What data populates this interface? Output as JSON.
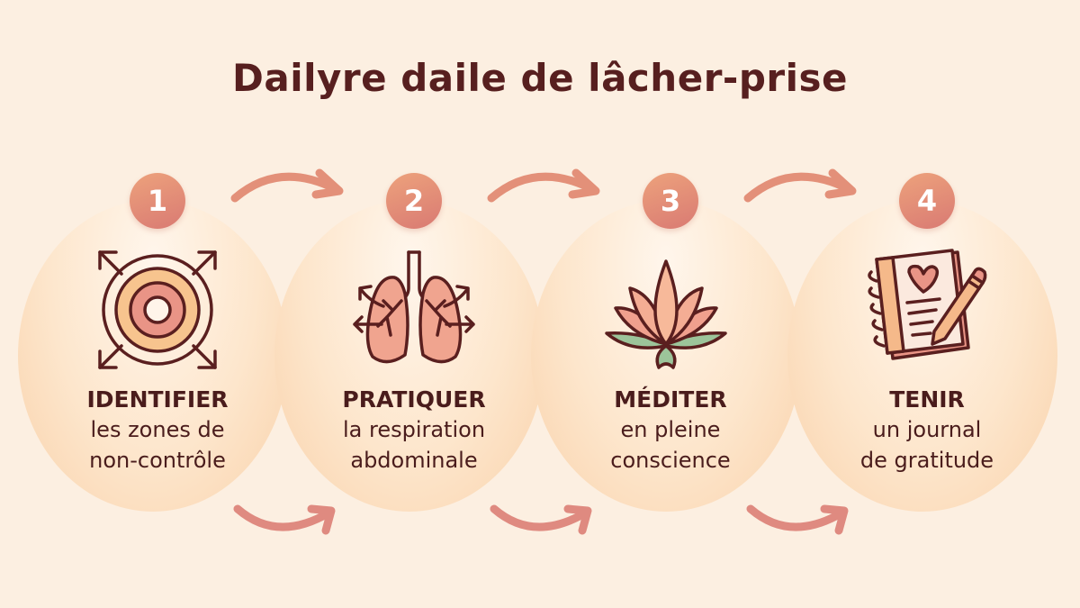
{
  "title": "Dailyre daile de lâcher-prise",
  "colors": {
    "background": "#fcefe1",
    "text": "#4a1c1c",
    "badge": "#e38c78",
    "arrow": "#e39079",
    "circle_fill": "#fde6cc"
  },
  "steps": [
    {
      "number": "1",
      "verb": "IDENTIFIER",
      "line1": "les zones de",
      "line2": "non-contrôle",
      "icon": "target-expand-icon"
    },
    {
      "number": "2",
      "verb": "PRATIQUER",
      "line1": "la respiration",
      "line2": "abdominale",
      "icon": "lungs-icon"
    },
    {
      "number": "3",
      "verb": "MÉDITER",
      "line1": "en pleine",
      "line2": "conscience",
      "icon": "lotus-icon"
    },
    {
      "number": "4",
      "verb": "TENIR",
      "line1": "un journal",
      "line2": "de gratitude",
      "icon": "journal-pencil-icon"
    }
  ]
}
